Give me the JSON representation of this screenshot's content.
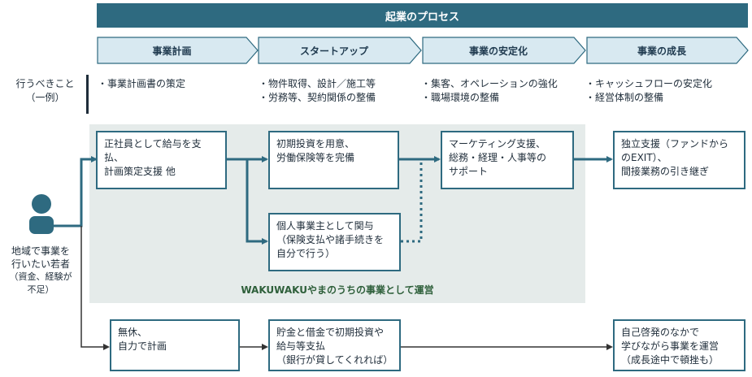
{
  "header": {
    "title": "起業のプロセス"
  },
  "stages": [
    {
      "label": "事業計画"
    },
    {
      "label": "スタートアップ"
    },
    {
      "label": "事業の安定化"
    },
    {
      "label": "事業の成長"
    }
  ],
  "todo": {
    "label_line1": "行うべきこと",
    "label_line2": "（一例）",
    "columns": [
      [
        "事業計画書の策定"
      ],
      [
        "物件取得、設計／施工等",
        "労務等、契約関係の整備"
      ],
      [
        "集客、オペレーションの強化",
        "職場環境の整備"
      ],
      [
        "キャッシュフローの安定化",
        "経営体制の整備"
      ]
    ]
  },
  "person": {
    "label_line1": "地域で事業を",
    "label_line2": "行いたい若者",
    "sub_line1": "（資金、経験が",
    "sub_line2": "不足）"
  },
  "wakuwaku": {
    "caption": "WAKUWAKUやまのうちの事業として運営",
    "boxes": [
      "正社員として給与を支\n払、\n計画策定支援 他",
      "初期投資を用意、\n労働保険等を完備",
      "個人事業主として関与\n（保険支払や諸手続きを\n自分で行う）",
      "マーケティング支援、\n総務・経理・人事等の\nサポート",
      "独立支援（ファンドから\nのEXIT）、\n間接業務の引き継ぎ"
    ]
  },
  "solo": {
    "boxes": [
      "無休、\n自力で計画",
      "貯金と借金で初期投資や\n給与等支払\n（銀行が貸してくれれば）",
      "自己啓発のなかで\n学びながら事業を運営\n（成長途中で頓挫も）"
    ]
  },
  "colors": {
    "primary": "#2e6a80",
    "chevron_fill": "#d8e9f1",
    "panel_bg": "#e5ebea",
    "caption_green": "#2e5f3a"
  }
}
